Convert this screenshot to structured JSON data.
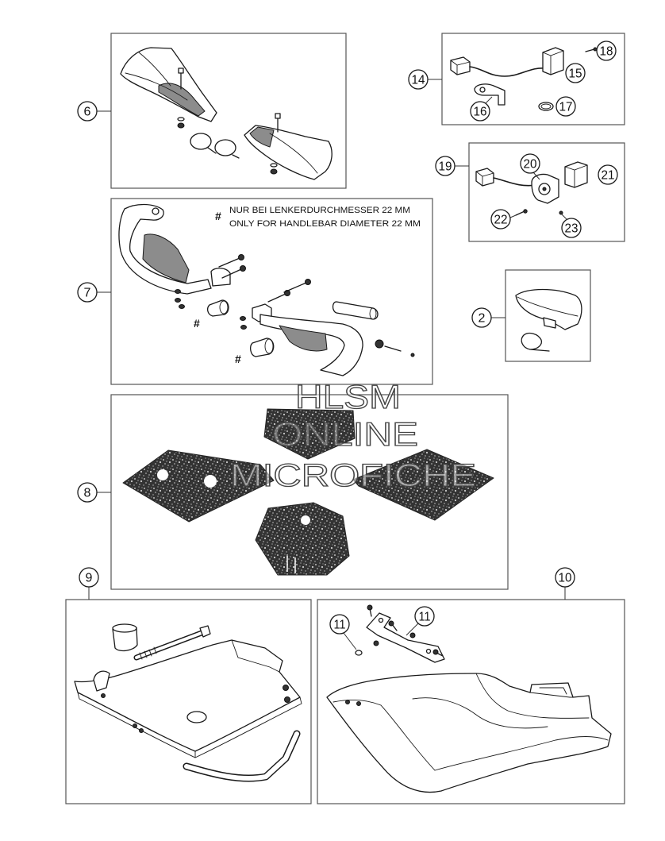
{
  "callouts": {
    "c2": "2",
    "c6": "6",
    "c7": "7",
    "c8": "8",
    "c9": "9",
    "c10": "10",
    "c11a": "11",
    "c11b": "11",
    "c14": "14",
    "c15": "15",
    "c16": "16",
    "c17": "17",
    "c18": "18",
    "c19": "19",
    "c20": "20",
    "c21": "21",
    "c22": "22",
    "c23": "23"
  },
  "note": {
    "marker": "#",
    "line1": "NUR BEI LENKERDURCHMESSER 22 MM",
    "line2": "ONLY FOR HANDLEBAR DIAMETER 22 MM"
  },
  "marks": {
    "spacer_left": "#",
    "spacer_right": "#"
  },
  "watermark": {
    "line1": "HLSM",
    "line2": "ONLINE",
    "line3": "MICROFICHE"
  }
}
